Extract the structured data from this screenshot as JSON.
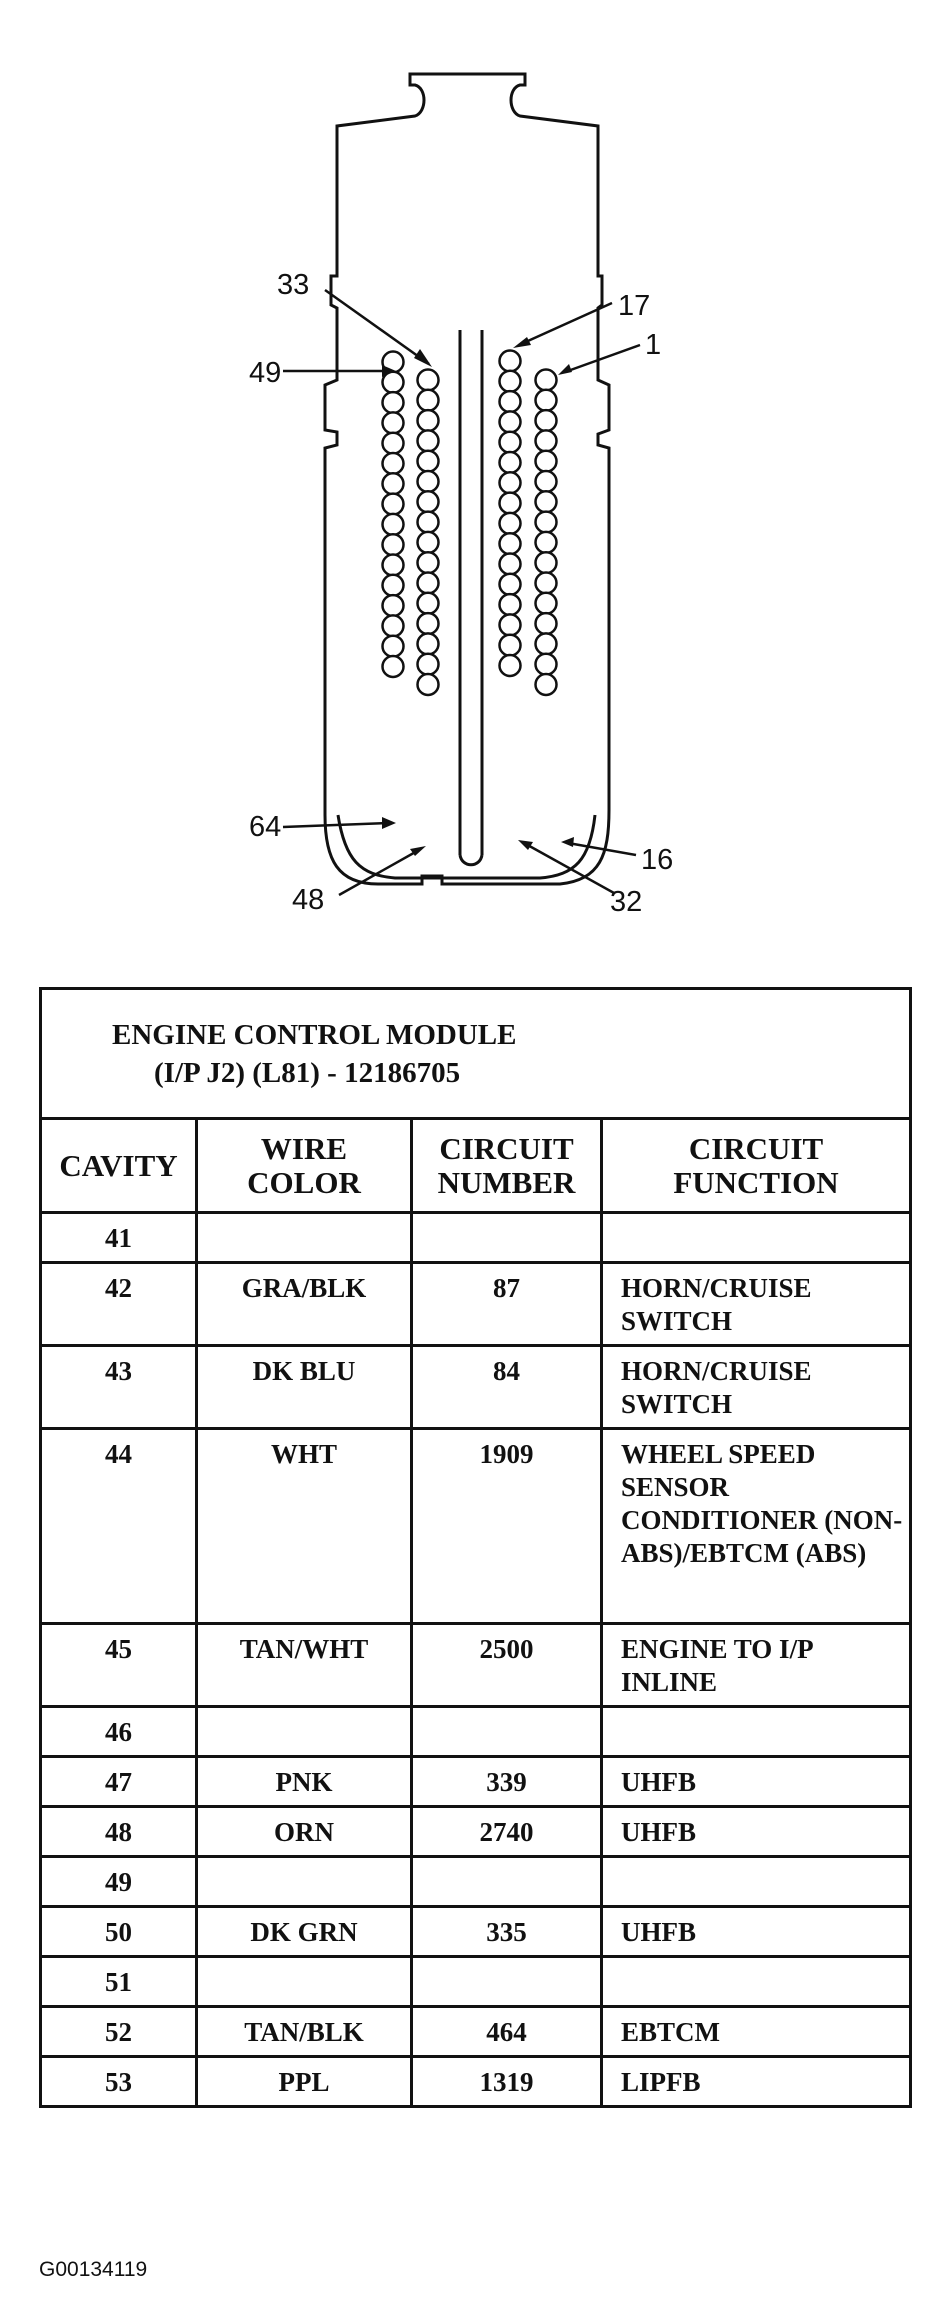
{
  "connector": {
    "pin_labels": [
      "33",
      "17",
      "49",
      "1",
      "64",
      "16",
      "48",
      "32"
    ]
  },
  "table": {
    "title_line1": "ENGINE CONTROL MODULE",
    "title_line2": "(I/P J2) (L81) - 12186705",
    "headers": {
      "cavity": "CAVITY",
      "wire_color_1": "WIRE",
      "wire_color_2": "COLOR",
      "circuit_number_1": "CIRCUIT",
      "circuit_number_2": "NUMBER",
      "circuit_function_1": "CIRCUIT",
      "circuit_function_2": "FUNCTION"
    },
    "rows": [
      {
        "cavity": "41",
        "wire_color": "",
        "circuit_number": "",
        "circuit_function": ""
      },
      {
        "cavity": "42",
        "wire_color": "GRA/BLK",
        "circuit_number": "87",
        "circuit_function": "HORN/CRUISE SWITCH"
      },
      {
        "cavity": "43",
        "wire_color": "DK BLU",
        "circuit_number": "84",
        "circuit_function": "HORN/CRUISE SWITCH"
      },
      {
        "cavity": "44",
        "wire_color": "WHT",
        "circuit_number": "1909",
        "circuit_function": "WHEEL SPEED SENSOR CONDITIONER (NON-ABS)/EBTCM (ABS)"
      },
      {
        "cavity": "45",
        "wire_color": "TAN/WHT",
        "circuit_number": "2500",
        "circuit_function": "ENGINE TO I/P INLINE"
      },
      {
        "cavity": "46",
        "wire_color": "",
        "circuit_number": "",
        "circuit_function": ""
      },
      {
        "cavity": "47",
        "wire_color": "PNK",
        "circuit_number": "339",
        "circuit_function": "UHFB"
      },
      {
        "cavity": "48",
        "wire_color": "ORN",
        "circuit_number": "2740",
        "circuit_function": "UHFB"
      },
      {
        "cavity": "49",
        "wire_color": "",
        "circuit_number": "",
        "circuit_function": ""
      },
      {
        "cavity": "50",
        "wire_color": "DK GRN",
        "circuit_number": "335",
        "circuit_function": "UHFB"
      },
      {
        "cavity": "51",
        "wire_color": "",
        "circuit_number": "",
        "circuit_function": ""
      },
      {
        "cavity": "52",
        "wire_color": "TAN/BLK",
        "circuit_number": "464",
        "circuit_function": "EBTCM"
      },
      {
        "cavity": "53",
        "wire_color": "PPL",
        "circuit_number": "1319",
        "circuit_function": "LIPFB"
      }
    ]
  },
  "figure_code": "G00134119"
}
